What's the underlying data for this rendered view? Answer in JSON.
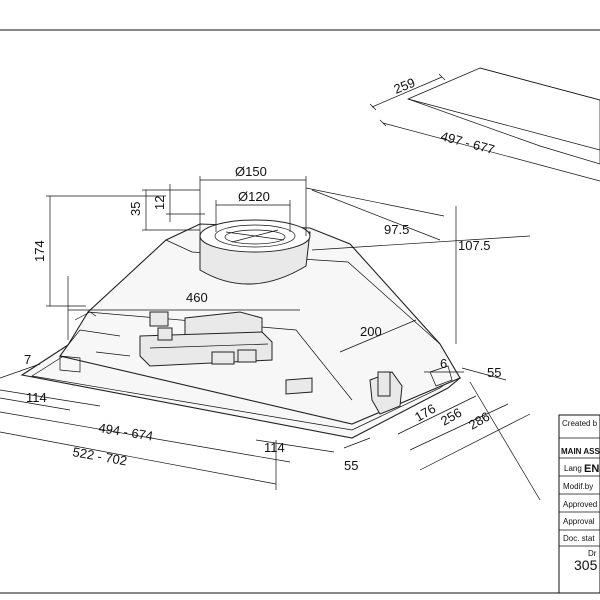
{
  "dimensions": {
    "d259": "259",
    "d497_677": "497 - 677",
    "d150": "Ø150",
    "d120": "Ø120",
    "d35": "35",
    "d12": "12",
    "d174": "174",
    "d97_5": "97.5",
    "d107_5": "107.5",
    "d460": "460",
    "d200": "200",
    "d7": "7",
    "d114a": "114",
    "d6": "6",
    "d55a": "55",
    "d494_674": "494 - 674",
    "d522_702": "522 - 702",
    "d114b": "114",
    "d176": "176",
    "d256": "256",
    "d286": "286",
    "d55b": "55"
  },
  "title_block": {
    "created_by": "Created b",
    "main_assembly": "MAIN ASSEM",
    "lang_label": "Lang",
    "lang_value": "EN",
    "modif_by": "Modif.by",
    "approved": "Approved",
    "approval": "Approval",
    "doc_status": "Doc. stat",
    "drawing_label": "Dr",
    "drawing_number": "305"
  }
}
